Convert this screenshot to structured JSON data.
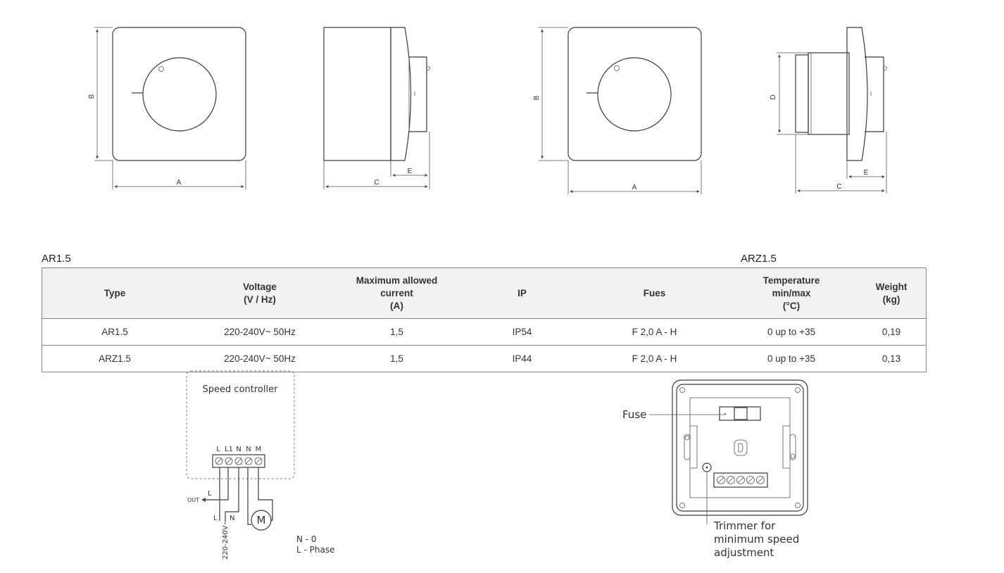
{
  "drawings": {
    "dim_labels": {
      "a": "A",
      "b": "B",
      "c": "C",
      "d": "D",
      "e": "E"
    }
  },
  "model_labels": {
    "left": "AR1.5",
    "right": "ARZ1.5"
  },
  "table": {
    "headers": [
      "Type",
      "Voltage\n(V / Hz)",
      "Maximum allowed\ncurrent\n(A)",
      "IP",
      "Fues",
      "Temperature\nmin/max\n(°C)",
      "Weight\n(kg)"
    ],
    "rows": [
      [
        "AR1.5",
        "220-240V~ 50Hz",
        "1,5",
        "IP54",
        "F 2,0 A - H",
        "0 up to +35",
        "0,19"
      ],
      [
        "ARZ1.5",
        "220-240V~ 50Hz",
        "1,5",
        "IP44",
        "F 2,0 A - H",
        "0 up to +35",
        "0,13"
      ]
    ]
  },
  "wiring": {
    "box_title": "Speed controller",
    "terminals": [
      "L",
      "L1",
      "N",
      "N",
      "M"
    ],
    "out_label": "OUT",
    "out_l": "L",
    "supply_l": "L",
    "supply_n": "N",
    "supply_voltage": "220-240V~",
    "motor": "M",
    "legend_n": "N - 0",
    "legend_l": "L  - Phase"
  },
  "back_view": {
    "fuse_label": "Fuse",
    "trimmer_label": "Trimmer for\nminimum speed\nadjustment"
  }
}
